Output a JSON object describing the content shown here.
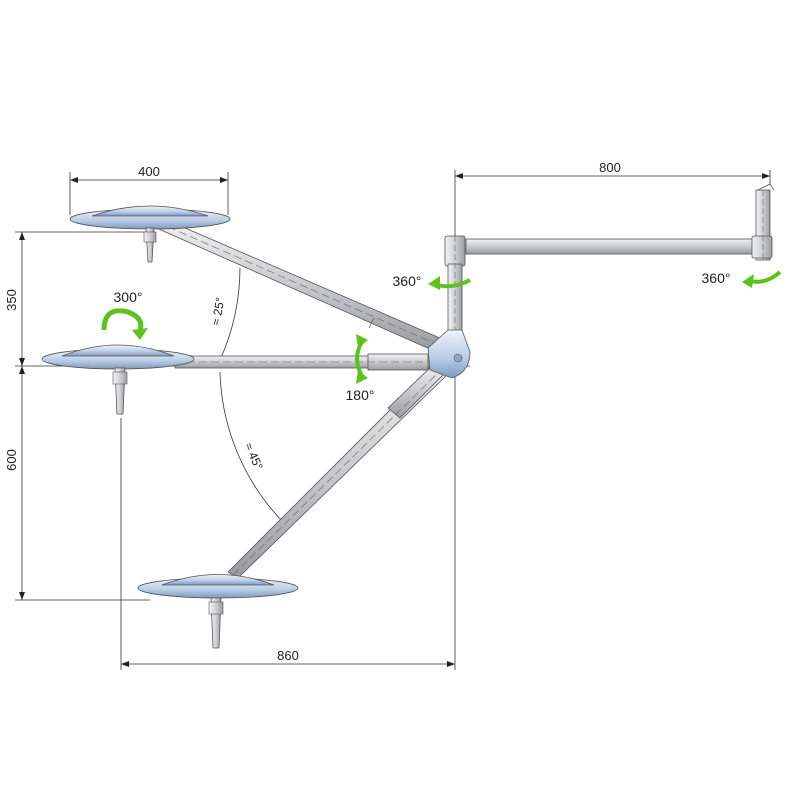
{
  "dimensions": {
    "top_arm_length": "800",
    "lamp_diameter": "400",
    "upper_height": "350",
    "lower_height": "600",
    "reach": "860"
  },
  "rotations": {
    "ceiling_mount": "360°",
    "central_axis": "360°",
    "spring_arm": "180°",
    "lamp_head": "300°"
  },
  "angles": {
    "upper": "≈ 25°",
    "lower": "≈ 45°"
  },
  "colors": {
    "arrow_green": "#5cc21f",
    "arm_gray": "#c8c9cc",
    "lamp_blue": "#b9cde6",
    "line": "#333333"
  }
}
